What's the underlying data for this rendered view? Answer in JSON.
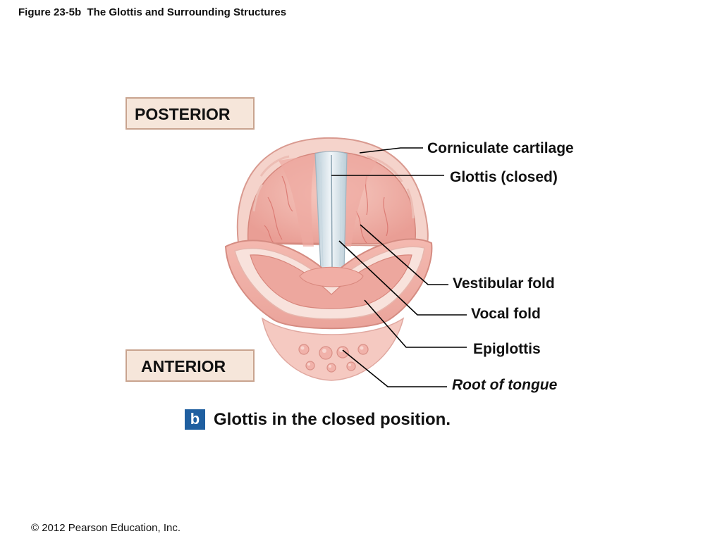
{
  "figure_title": "Figure 23-5b  The Glottis and Surrounding Structures",
  "orientation": {
    "posterior": "POSTERIOR",
    "anterior": "ANTERIOR"
  },
  "labels": {
    "corniculate": "Corniculate cartilage",
    "glottis": "Glottis (closed)",
    "vestibular": "Vestibular fold",
    "vocal": "Vocal fold",
    "epiglottis": "Epiglottis",
    "root": "Root of tongue"
  },
  "caption": {
    "badge": "b",
    "text": "Glottis in the closed position."
  },
  "copyright": "© 2012 Pearson Education, Inc.",
  "colors": {
    "tissue": "#f2b8b0",
    "rim": "#f8dcd4",
    "cord": "#dde8ee",
    "leader": "#000000",
    "badge": "#1f5fa0"
  }
}
